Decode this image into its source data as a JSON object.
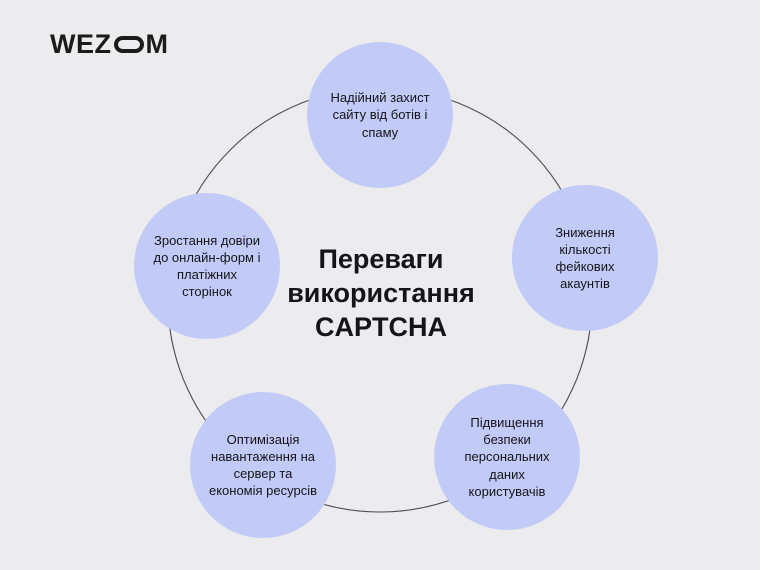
{
  "background_color": "#ececee",
  "accent_color": "#c2cbf7",
  "text_color": "#15141a",
  "ring_color": "#4a4a52",
  "brand": {
    "name": "WEZOM",
    "part_one": "WEZ",
    "logo_o_icon": "stadium-o-icon",
    "part_two": "M"
  },
  "center": {
    "title": "Переваги\nвикористання\nCAPTCHA"
  },
  "nodes": [
    {
      "id": "node-top",
      "position": "top",
      "label": "Надійний захист\nсайту від ботів і\nспаму"
    },
    {
      "id": "node-right",
      "position": "right",
      "label": "Зниження\nкількості\nфейкових\nакаунтів"
    },
    {
      "id": "node-bot-right",
      "position": "bottom-right",
      "label": "Підвищення\nбезпеки\nперсональних\nданих\nкористувачів"
    },
    {
      "id": "node-bot-left",
      "position": "bottom-left",
      "label": "Оптимізація\nнавантаження на\nсервер та\nекономія ресурсів"
    },
    {
      "id": "node-left",
      "position": "left",
      "label": "Зростання довіри\nдо онлайн-форм і\nплатіжних\nсторінок"
    }
  ]
}
